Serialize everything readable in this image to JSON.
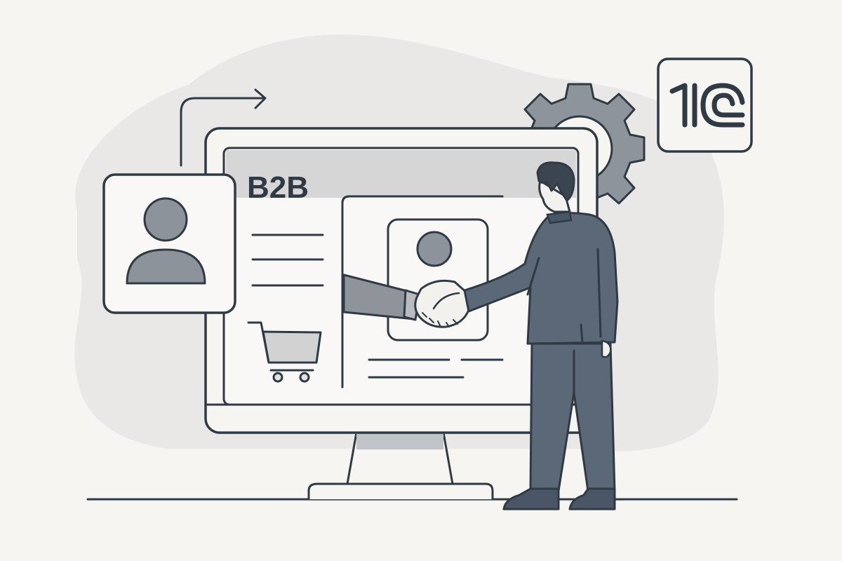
{
  "scene": {
    "description": "B2B portal integration illustration",
    "colors": {
      "background": "#f7f5f2",
      "blob": "#e9e8e6",
      "stroke": "#2f3a44",
      "screen_header": "#d6d6d6",
      "avatar_fill": "#8d939a",
      "suit": "#5b6877",
      "suit_dark": "#4a5665",
      "gear": "#8e949b",
      "skin": "#f3f1ee",
      "sleeve_left": "#8f949a"
    }
  },
  "monitor": {
    "header_label": "B2B",
    "content_lines": 3,
    "profile_card_lines": 3
  },
  "logo_badge": {
    "label": "1C"
  },
  "icons": {
    "user_card": "user-avatar-icon",
    "cart": "shopping-cart-icon",
    "gear": "gear-icon",
    "arrow": "arrow-right-icon",
    "handshake": "handshake-icon"
  }
}
